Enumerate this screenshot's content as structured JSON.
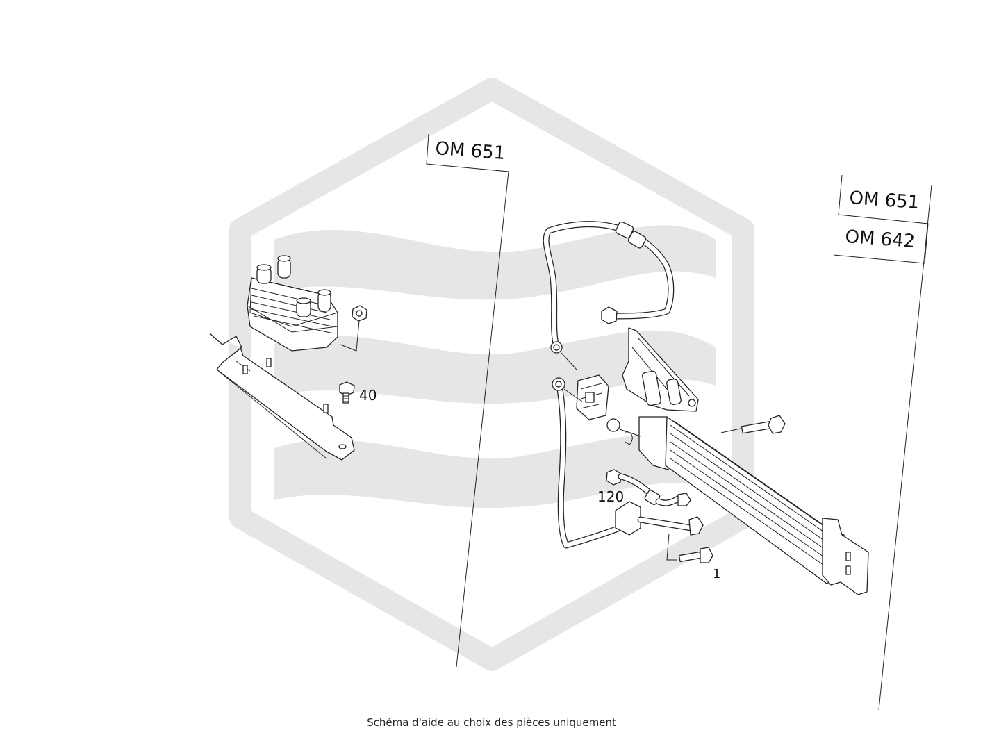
{
  "labels": {
    "engine_code_left": "OM 651",
    "engine_code_right_1": "OM 651",
    "engine_code_right_2": "OM 642",
    "part_ref_40": "40",
    "part_ref_120": "120",
    "part_ref_1": "1"
  },
  "caption": "Schéma d'aide au choix des pièces uniquement",
  "colors": {
    "watermark": "#e6e6e6",
    "linework": "#222222"
  }
}
